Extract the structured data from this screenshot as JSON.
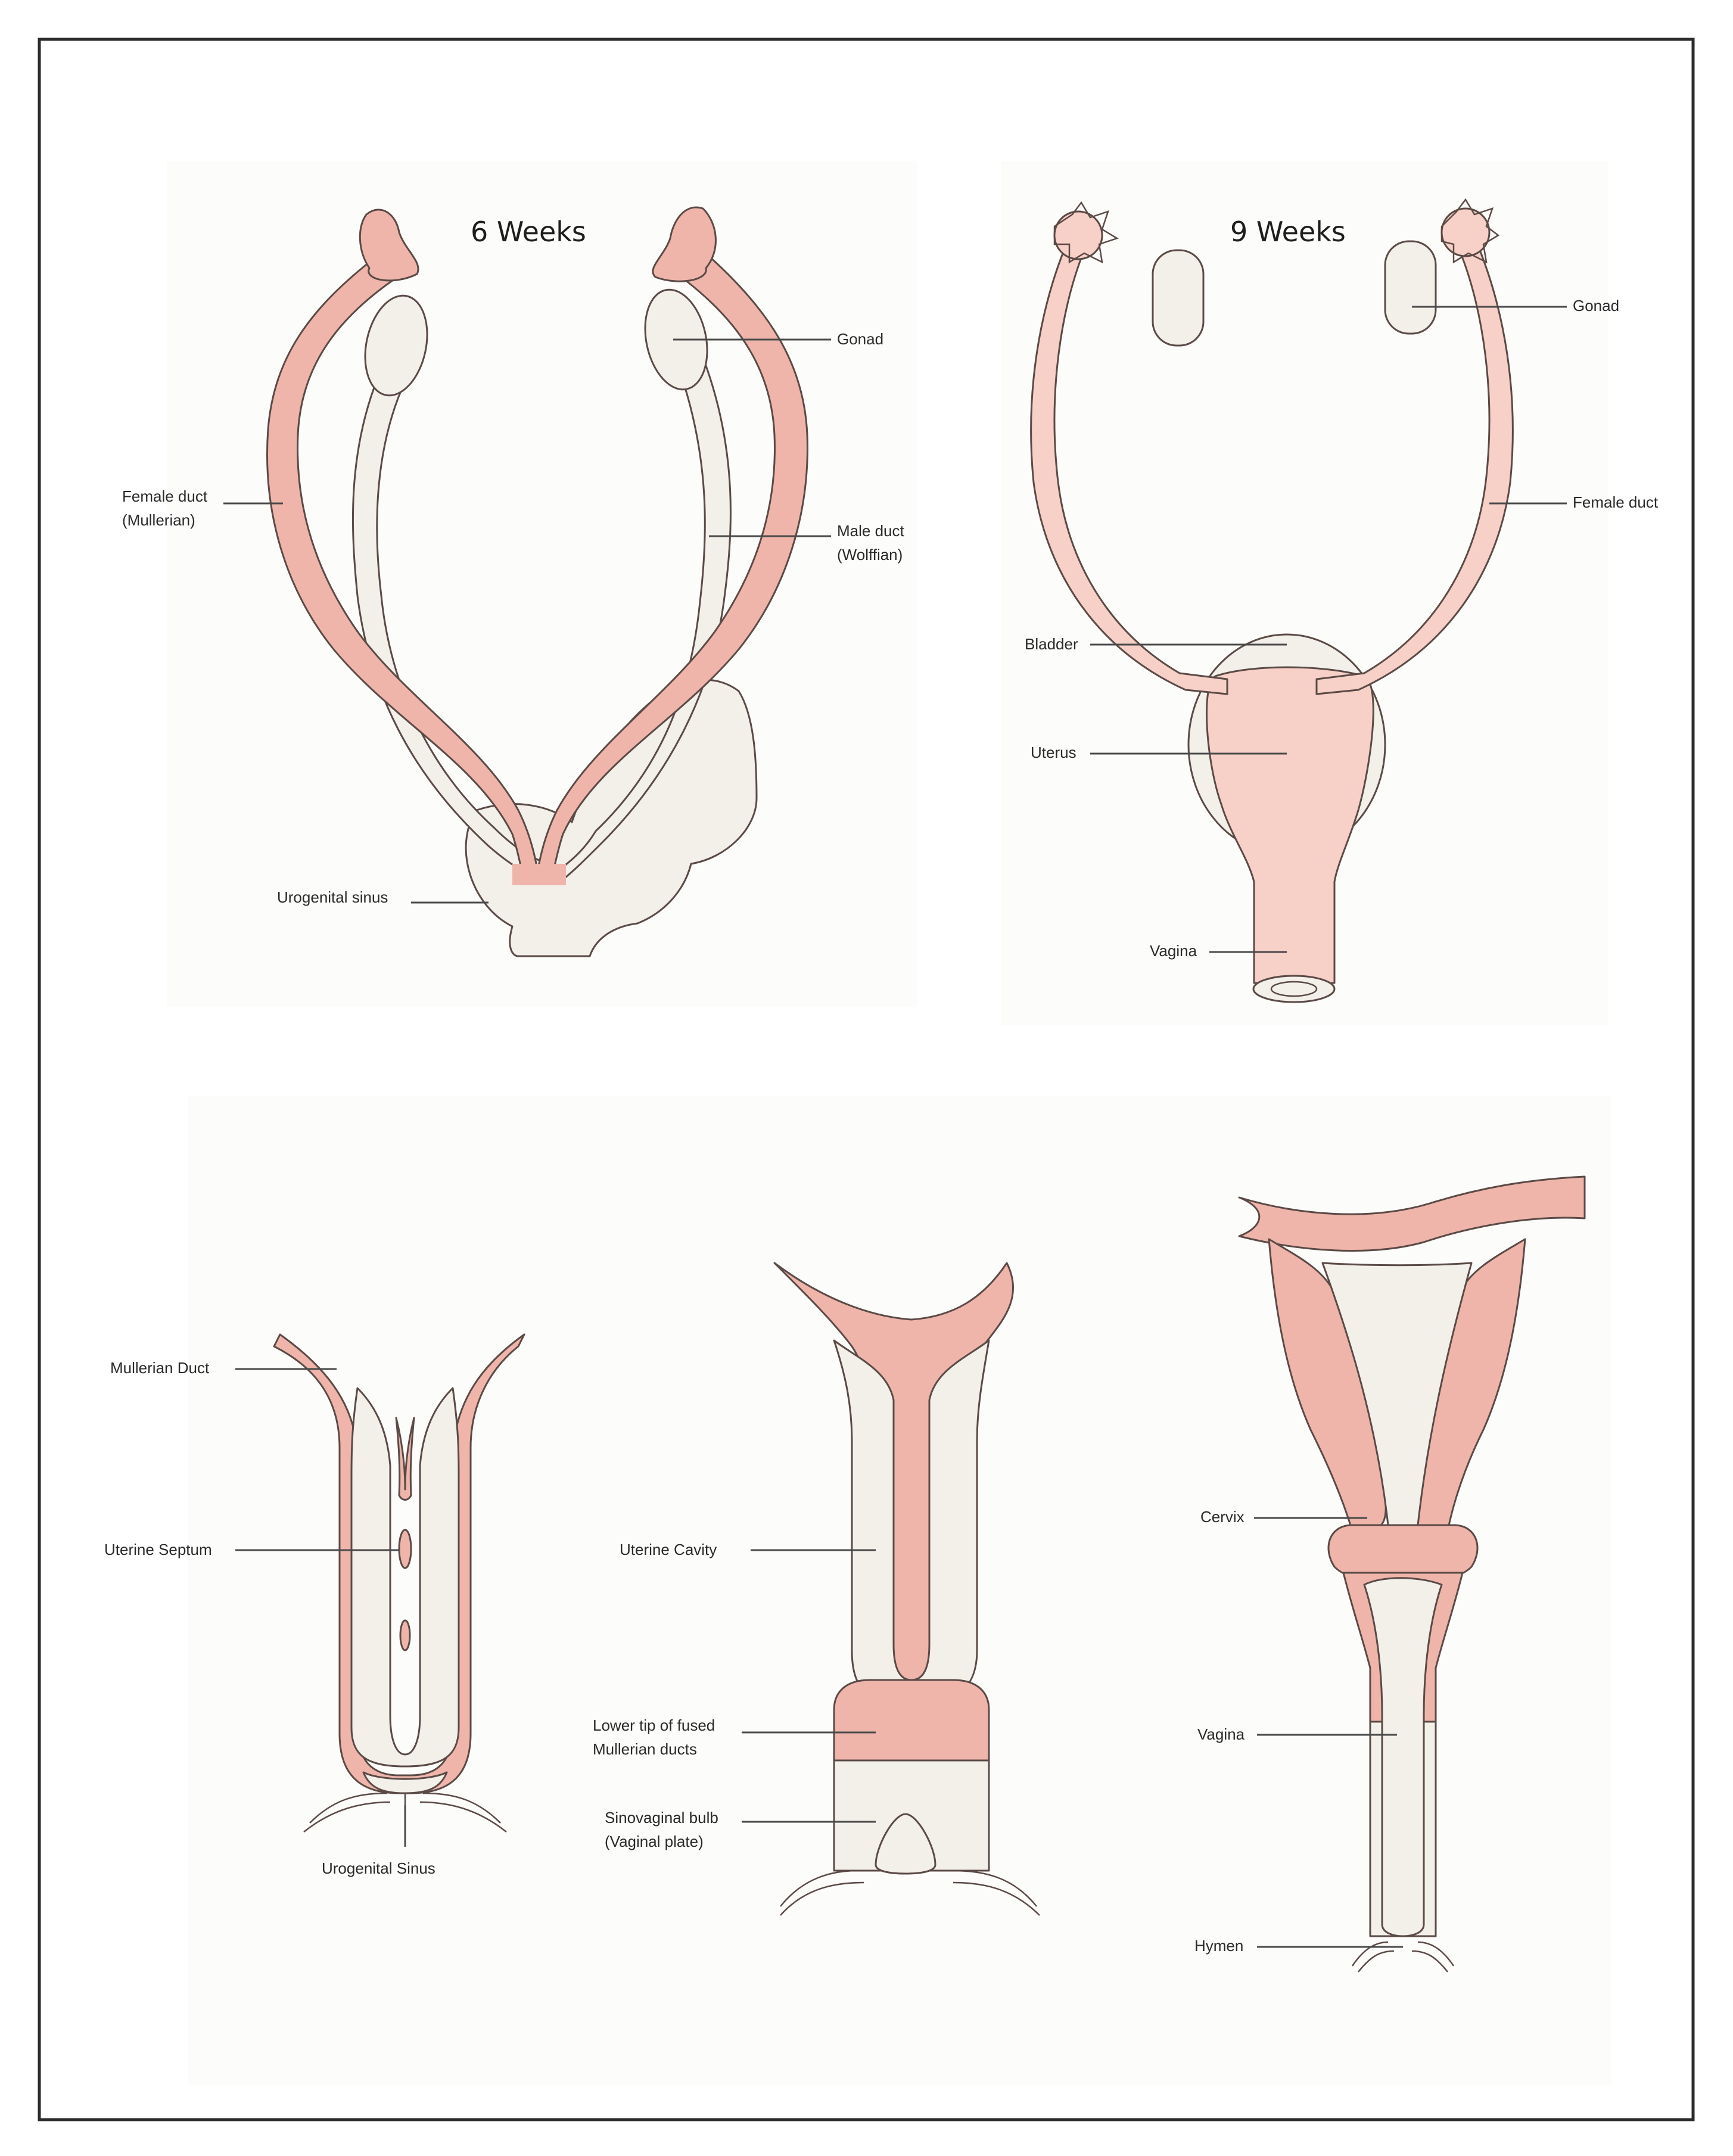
{
  "titles": {
    "week6": "6 Weeks",
    "week9": "9 Weeks"
  },
  "labels": {
    "week6": {
      "gonad": "Gonad",
      "female_duct_1": "Female duct",
      "female_duct_2": "(Mullerian)",
      "male_duct_1": "Male duct",
      "male_duct_2": "(Wolffian)",
      "urogenital_sinus": "Urogenital sinus"
    },
    "week9": {
      "gonad": "Gonad",
      "female_duct": "Female duct",
      "bladder": "Bladder",
      "uterus": "Uterus",
      "vagina": "Vagina"
    },
    "stage_a": {
      "mullerian_duct": "Mullerian Duct",
      "uterine_septum": "Uterine Septum",
      "urogenital_sinus": "Urogenital Sinus"
    },
    "stage_b": {
      "uterine_cavity": "Uterine Cavity",
      "lower_tip_1": "Lower tip of fused",
      "lower_tip_2": "Mullerian ducts",
      "sinovaginal_1": "Sinovaginal bulb",
      "sinovaginal_2": "(Vaginal plate)"
    },
    "stage_c": {
      "cervix": "Cervix",
      "vagina": "Vagina",
      "hymen": "Hymen"
    }
  },
  "colors": {
    "pink": "#efb5ab",
    "pink_light": "#f7d0c7",
    "cream": "#f3f0ea",
    "outline": "#5b4a46",
    "frame": "#2b2b2b"
  }
}
